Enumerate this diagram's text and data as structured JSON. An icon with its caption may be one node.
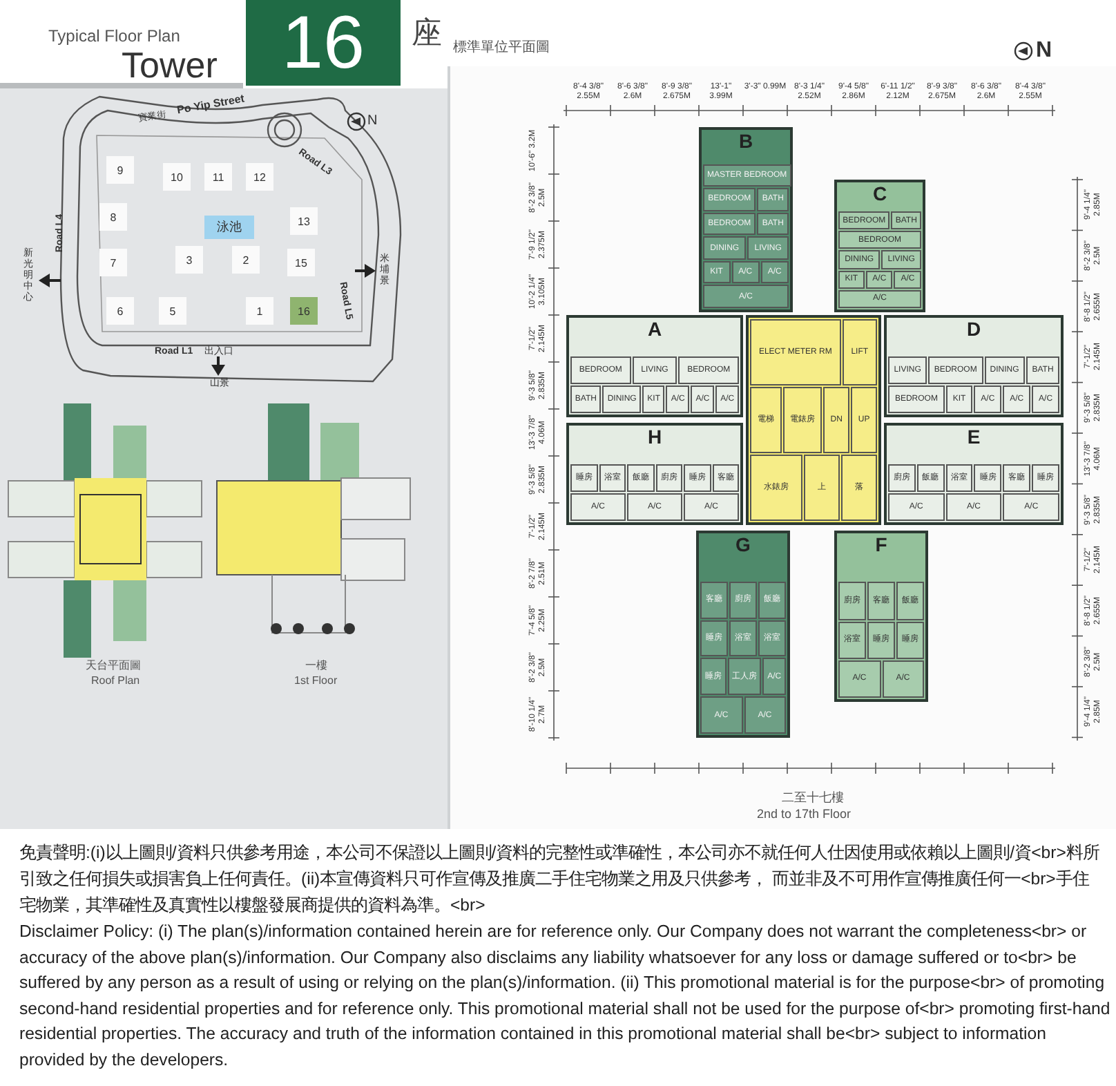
{
  "diagram": {
    "nodes": [
      {
        "text": [
          "9"
        ]
      },
      {
        "text": [
          "10"
        ]
      },
      {
        "text": [
          "11"
        ]
      },
      {
        "text": [
          "12"
        ]
      },
      {
        "text": [
          "8"
        ]
      },
      {
        "text": [
          "泳池"
        ]
      },
      {
        "text": [
          "13"
        ]
      },
      {
        "text": [
          "7"
        ]
      },
      {
        "text": [
          "3"
        ]
      },
      {
        "text": [
          "2"
        ]
      },
      {
        "text": [
          "15"
        ]
      },
      {
        "text": [
          "6"
        ]
      },
      {
        "text": [
          "5"
        ]
      },
      {
        "text": [
          "1"
        ]
      },
      {
        "text": [
          "16"
        ]
      },
      {
        "text": [
          "B"
        ]
      },
      {
        "text": [
          "MASTER BEDROOM"
        ],
        "in": 15
      },
      {
        "text": [
          "BEDROOM"
        ],
        "in": 15
      },
      {
        "text": [
          "BATH"
        ],
        "in": 15
      },
      {
        "text": [
          "BEDROOM"
        ],
        "in": 15
      },
      {
        "text": [
          "BATH"
        ],
        "in": 15
      },
      {
        "text": [
          "DINING"
        ],
        "in": 15
      },
      {
        "text": [
          "LIVING"
        ],
        "in": 15
      },
      {
        "text": [
          "KIT"
        ],
        "in": 15
      },
      {
        "text": [
          "A/C"
        ],
        "in": 15
      },
      {
        "text": [
          "A/C"
        ],
        "in": 15
      },
      {
        "text": [
          "A/C"
        ],
        "in": 15
      },
      {
        "text": [
          "C"
        ]
      },
      {
        "text": [
          "BEDROOM"
        ],
        "in": 27
      },
      {
        "text": [
          "BATH"
        ],
        "in": 27
      },
      {
        "text": [
          "BEDROOM"
        ],
        "in": 27
      },
      {
        "text": [
          "DINING"
        ],
        "in": 27
      },
      {
        "text": [
          "LIVING"
        ],
        "in": 27
      },
      {
        "text": [
          "KIT"
        ],
        "in": 27
      },
      {
        "text": [
          "A/C"
        ],
        "in": 27
      },
      {
        "text": [
          "A/C"
        ],
        "in": 27
      },
      {
        "text": [
          "A/C"
        ],
        "in": 27
      },
      {
        "text": [
          "A"
        ]
      },
      {
        "text": [
          "BEDROOM"
        ],
        "in": 37
      },
      {
        "text": [
          "LIVING"
        ],
        "in": 37
      },
      {
        "text": [
          "BEDROOM"
        ],
        "in": 37
      },
      {
        "text": [
          "BATH"
        ],
        "in": 37
      },
      {
        "text": [
          "DINING"
        ],
        "in": 37
      },
      {
        "text": [
          "KIT"
        ],
        "in": 37
      },
      {
        "text": [
          "A/C"
        ],
        "in": 37
      },
      {
        "text": [
          "A/C"
        ],
        "in": 37
      },
      {
        "text": [
          "A/C"
        ],
        "in": 37
      },
      {
        "text": [
          "D"
        ]
      },
      {
        "text": [
          "LIVING"
        ],
        "in": 47
      },
      {
        "text": [
          "BEDROOM"
        ],
        "in": 47
      },
      {
        "text": [
          "DINING"
        ],
        "in": 47
      },
      {
        "text": [
          "BATH"
        ],
        "in": 47
      },
      {
        "text": [
          "BEDROOM"
        ],
        "in": 47
      },
      {
        "text": [
          "KIT"
        ],
        "in": 47
      },
      {
        "text": [
          "A/C"
        ],
        "in": 47
      },
      {
        "text": [
          "A/C"
        ],
        "in": 47
      },
      {
        "text": [
          "A/C"
        ],
        "in": 47
      },
      {
        "text": [],
        "shape": "box"
      },
      {
        "text": [
          "ELECT METER RM"
        ],
        "in": 57
      },
      {
        "text": [
          "LIFT"
        ],
        "in": 57
      },
      {
        "text": [
          "電梯"
        ],
        "in": 57
      },
      {
        "text": [
          "電錶房"
        ],
        "in": 57
      },
      {
        "text": [
          "DN"
        ],
        "in": 57
      },
      {
        "text": [
          "UP"
        ],
        "in": 57
      },
      {
        "text": [
          "水錶房"
        ],
        "in": 57
      },
      {
        "text": [
          "上"
        ],
        "in": 57
      },
      {
        "text": [
          "落"
        ],
        "in": 57
      },
      {
        "text": [
          "H"
        ]
      },
      {
        "text": [
          "睡房"
        ],
        "in": 67
      },
      {
        "text": [
          "浴室"
        ],
        "in": 67
      },
      {
        "text": [
          "飯廳"
        ],
        "in": 67
      },
      {
        "text": [
          "廚房"
        ],
        "in": 67
      },
      {
        "text": [
          "睡房"
        ],
        "in": 67
      },
      {
        "text": [
          "客廳"
        ],
        "in": 67
      },
      {
        "text": [
          "A/C"
        ],
        "in": 67
      },
      {
        "text": [
          "A/C"
        ],
        "in": 67
      },
      {
        "text": [
          "A/C"
        ],
        "in": 67
      },
      {
        "text": [
          "E"
        ]
      },
      {
        "text": [
          "廚房"
        ],
        "in": 77
      },
      {
        "text": [
          "飯廳"
        ],
        "in": 77
      },
      {
        "text": [
          "浴室"
        ],
        "in": 77
      },
      {
        "text": [
          "睡房"
        ],
        "in": 77
      },
      {
        "text": [
          "客廳"
        ],
        "in": 77
      },
      {
        "text": [
          "睡房"
        ],
        "in": 77
      },
      {
        "text": [
          "A/C"
        ],
        "in": 77
      },
      {
        "text": [
          "A/C"
        ],
        "in": 77
      },
      {
        "text": [
          "A/C"
        ],
        "in": 77
      },
      {
        "text": [
          "G"
        ]
      },
      {
        "text": [
          "客廳"
        ],
        "in": 87
      },
      {
        "text": [
          "廚房"
        ],
        "in": 87
      },
      {
        "text": [
          "飯廳"
        ],
        "in": 87
      },
      {
        "text": [
          "睡房"
        ],
        "in": 87
      },
      {
        "text": [
          "浴室"
        ],
        "in": 87
      },
      {
        "text": [
          "浴室"
        ],
        "in": 87
      },
      {
        "text": [
          "睡房"
        ],
        "in": 87
      },
      {
        "text": [
          "工人房"
        ],
        "in": 87
      },
      {
        "text": [
          "A/C"
        ],
        "in": 87
      },
      {
        "text": [
          "A/C"
        ],
        "in": 87
      },
      {
        "text": [
          "A/C"
        ],
        "in": 87
      },
      {
        "text": [
          "F"
        ]
      },
      {
        "text": [
          "廚房"
        ],
        "in": 99
      },
      {
        "text": [
          "客廳"
        ],
        "in": 99
      },
      {
        "text": [
          "飯廳"
        ],
        "in": 99
      },
      {
        "text": [
          "浴室"
        ],
        "in": 99
      },
      {
        "text": [
          "睡房"
        ],
        "in": 99
      },
      {
        "text": [
          "睡房"
        ],
        "in": 99
      },
      {
        "text": [
          "A/C"
        ],
        "in": 99
      },
      {
        "text": [
          "A/C"
        ],
        "in": 99
      }
    ],
    "edges": [],
    "labels": [
      "Typical Floor Plan",
      "Tower",
      "16",
      "座",
      "標準單位平面圖",
      "N",
      "寶業街",
      "Po Yip Street",
      "N",
      "Road L3",
      "Road L4",
      "新光明中心",
      "Road L5",
      "米埔景",
      "Road L1",
      "出入口",
      "山景",
      "天台平面圖",
      "Roof Plan",
      "一樓",
      "1st Floor",
      "8'-4 3/8\" 2.55M",
      "8'-6 3/8\" 2.6M",
      "8'-9 3/8\" 2.675M",
      "13'-1\" 3.99M",
      "3'-3\" 0.99M",
      "8'-3 1/4\" 2.52M",
      "9'-4 5/8\" 2.86M",
      "6'-11 1/2\" 2.12M",
      "8'-9 3/8\" 2.675M",
      "8'-6 3/8\" 2.6M",
      "8'-4 3/8\" 2.55M",
      "10'-6\" 3.2M",
      "8'-2 3/8\" 2.5M",
      "7'-9 1/2\" 2.375M",
      "10'-2 1/4\" 3.105M",
      "7'-1/2\" 2.145M",
      "9'-3 5/8\" 2.835M",
      "13'-3 7/8\" 4.06M",
      "9'-3 5/8\" 2.835M",
      "7'-1/2\" 2.145M",
      "8'-2 7/8\" 2.51M",
      "7'-4 5/8\" 2.25M",
      "8'-2 3/8\" 2.5M",
      "8'-10 1/4\" 2.7M",
      "9'-4 1/4\" 2.85M",
      "8'-2 3/8\" 2.5M",
      "8'-8 1/2\" 2.655M",
      "7'-1/2\" 2.145M",
      "9'-3 5/8\" 2.835M",
      "13'-3 7/8\" 4.06M",
      "9'-3 5/8\" 2.835M",
      "7'-1/2\" 2.145M",
      "8'-8 1/2\" 2.655M",
      "8'-2 3/8\" 2.5M",
      "9'-4 1/4\" 2.85M",
      "二至十七樓",
      "2nd to 17th Floor",
      "免責聲明:(i)以上圖則/資料只供參考用途，本公司不保證以上圖則/資料的完整性或準確性，本公司亦不就任何人仕因使用或依賴以上圖則/資<br>料所引致之任何損失或損害負上任何責任。(ii)本宣傳資料只可作宣傳及推廣二手住宅物業之用及只供參考， 而並非及不可用作宣傳推廣任何一<br>手住宅物業，其準確性及真實性以樓盤發展商提供的資料為準。<br>",
      "Disclaimer Policy: (i) The plan(s)/information contained herein are for reference only. Our Company does not warrant the completeness<br> or accuracy of the above plan(s)/information. Our Company also disclaims any liability whatsoever for any loss or damage suffered or to<br> be suffered by any person as a result of using or relying on the plan(s)/information. (ii) This promotional material is for the purpose<br> of promoting second-hand residential properties and for reference only. This promotional material shall not be used for the purpose of<br> promoting first-hand residential properties. The accuracy and truth of the information contained in this promotional material shall be<br> subject to information provided by the developers."
    ]
  }
}
